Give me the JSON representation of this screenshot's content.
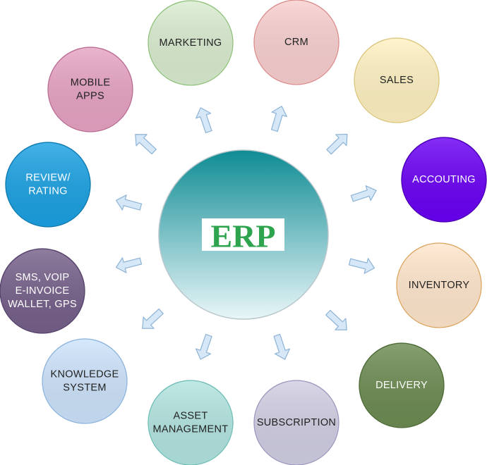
{
  "hub": {
    "label": "ERP",
    "label_color": "#2ea44f",
    "gradient_top": "#0f8c94",
    "gradient_bottom": "#e9f6f8",
    "border": "#b9c7cc"
  },
  "arrow_fill": "#d6e8f7",
  "arrow_stroke": "#8db3d6",
  "modules": [
    {
      "id": "marketing",
      "lines": [
        "MARKETING"
      ],
      "fill": "#d9ecd0",
      "stroke": "#8fbf7a",
      "text": "#222222"
    },
    {
      "id": "crm",
      "lines": [
        "CRM"
      ],
      "fill": "#f8cfcf",
      "stroke": "#d98b8b",
      "text": "#222222"
    },
    {
      "id": "sales",
      "lines": [
        "SALES"
      ],
      "fill": "#fff1c2",
      "stroke": "#d8c27a",
      "text": "#222222"
    },
    {
      "id": "accouting",
      "lines": [
        "ACCOUTING"
      ],
      "fill": "#6a00f4",
      "stroke": "#4a00b0",
      "text": "#ffffff"
    },
    {
      "id": "inventory",
      "lines": [
        "INVENTORY"
      ],
      "fill": "#ffe6cc",
      "stroke": "#d9a35f",
      "text": "#222222"
    },
    {
      "id": "delivery",
      "lines": [
        "DELIVERY"
      ],
      "fill": "#6d8b52",
      "stroke": "#4d6a36",
      "text": "#ffffff"
    },
    {
      "id": "subscription",
      "lines": [
        "SUBSCRIPTION"
      ],
      "fill": "#d0cee2",
      "stroke": "#9b97bd",
      "text": "#222222"
    },
    {
      "id": "asset-management",
      "lines": [
        "ASSET",
        "MANAGEMENT"
      ],
      "fill": "#b2e4e0",
      "stroke": "#6fbcb5",
      "text": "#222222"
    },
    {
      "id": "knowledge-system",
      "lines": [
        "KNOWLEDGE",
        "SYSTEM"
      ],
      "fill": "#cde3fb",
      "stroke": "#8bb2dc",
      "text": "#222222"
    },
    {
      "id": "sms-voip",
      "lines": [
        "SMS, VOIP",
        "E-INVOICE",
        "WALLET, GPS"
      ],
      "fill": "#76608a",
      "stroke": "#54426a",
      "text": "#ffffff"
    },
    {
      "id": "review-rating",
      "lines": [
        "REVIEW/",
        "RATING"
      ],
      "fill": "#1ba1e2",
      "stroke": "#0f79ad",
      "text": "#ffffff"
    },
    {
      "id": "mobile-apps",
      "lines": [
        "MOBILE",
        "APPS"
      ],
      "fill": "#e6a3c3",
      "stroke": "#b86a91",
      "text": "#222222"
    }
  ]
}
